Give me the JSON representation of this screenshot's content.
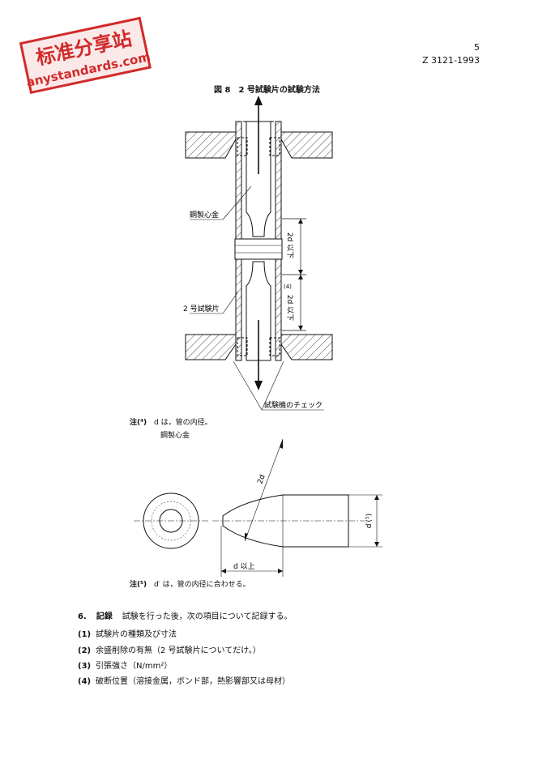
{
  "stamp": {
    "line1": "标准分享站",
    "line2": "anystandards.com",
    "color": "#d12b2b"
  },
  "header": {
    "page_number": "5",
    "doc_code": "Z 3121-1993"
  },
  "figure1": {
    "title": "図 8　2 号試験片の試験方法",
    "labels": {
      "mandrel": "鋼製心金",
      "specimen": "2 号試験片",
      "chuck": "試験機のチェック",
      "dim_upper": "2d 以下",
      "dim_lower": "2d 以下",
      "footnote_mark": "(4)"
    },
    "note_label": "注(⁴)",
    "note_text": "d は，管の内径。"
  },
  "figure2": {
    "caption": "鋼製心金",
    "labels": {
      "diag": "2d",
      "length": "d 以上",
      "diameter": "d′(⁵)"
    },
    "note_label": "注(⁵)",
    "note_text": "d′ は，管の内径に合わせる。"
  },
  "section6": {
    "heading": "6.",
    "title": "記録",
    "intro": "試験を行った後，次の項目について記録する。",
    "items": [
      {
        "num": "(1)",
        "text": "試験片の種類及び寸法"
      },
      {
        "num": "(2)",
        "text": "余盛削除の有無（2 号試験片についてだけ。）"
      },
      {
        "num": "(3)",
        "text": "引張強さ（N/mm²）"
      },
      {
        "num": "(4)",
        "text": "破断位置（溶接金属，ボンド部，熱影響部又は母材）"
      }
    ]
  }
}
